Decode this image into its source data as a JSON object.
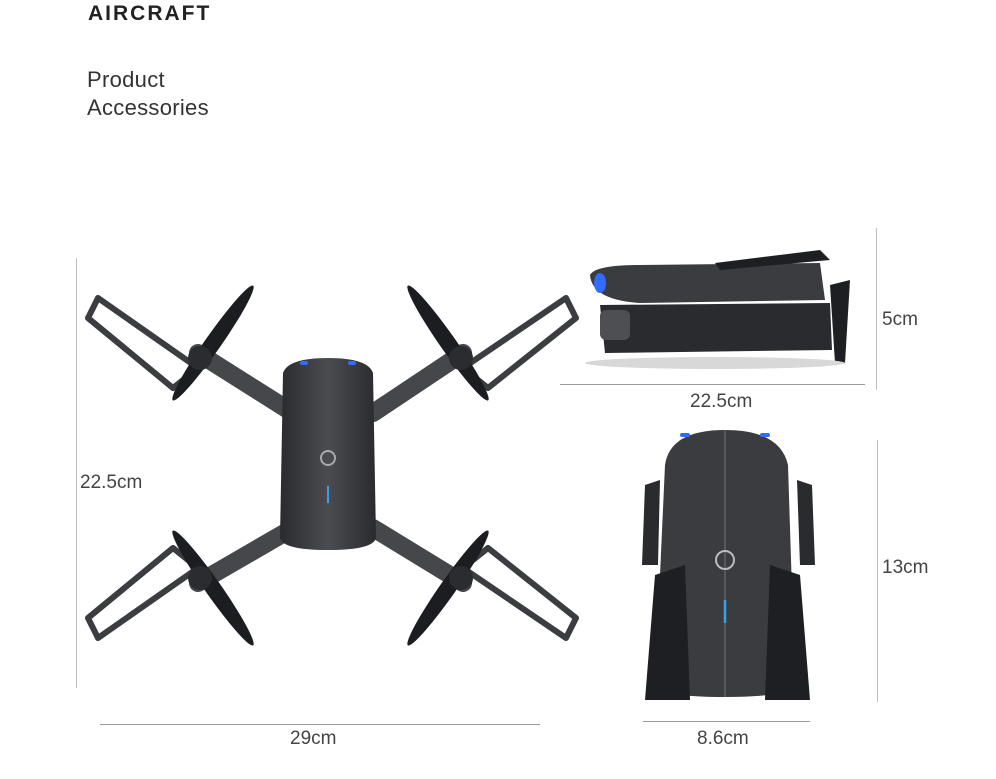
{
  "header": {
    "brand": "AIRCRAFT",
    "subtitle_line1": "Product",
    "subtitle_line2": "Accessories"
  },
  "dimensions": {
    "unfolded_height": "22.5cm",
    "unfolded_width": "29cm",
    "folded_side_height": "5cm",
    "folded_side_length": "22.5cm",
    "folded_top_length": "13cm",
    "folded_top_width": "8.6cm"
  },
  "colors": {
    "drone_body": "#3a3c40",
    "drone_dark": "#1e1f22",
    "accent_blue": "#3aa0e8",
    "led_blue": "#2f6cff"
  }
}
